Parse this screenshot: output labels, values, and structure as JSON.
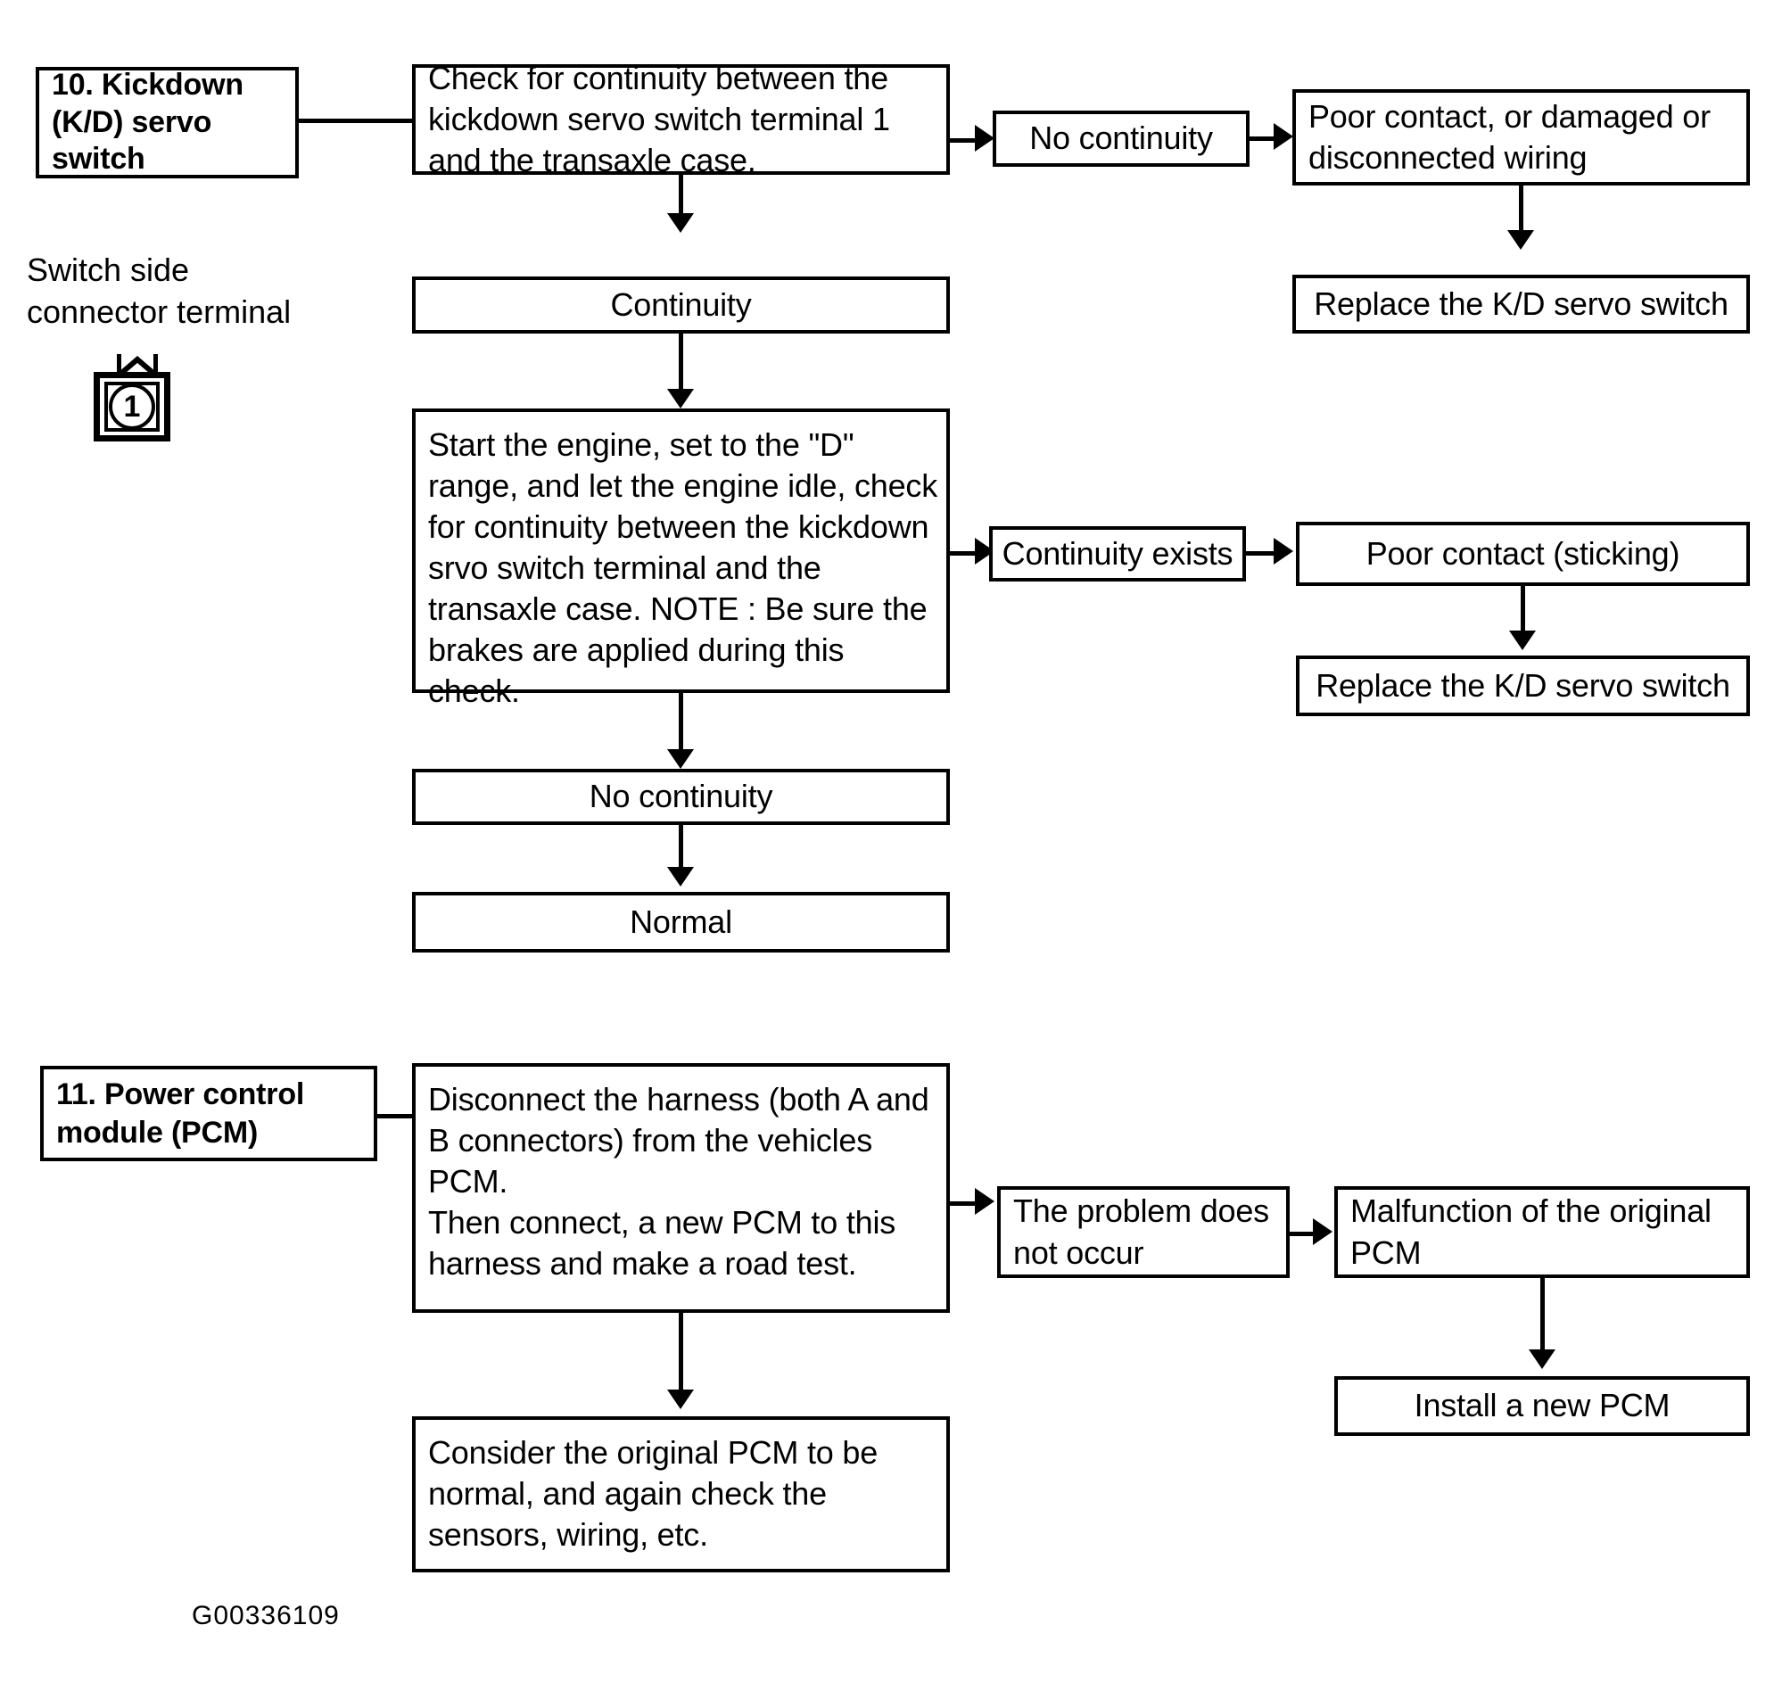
{
  "figure": {
    "id": "G00336109",
    "type": "diagnostic-flowchart"
  },
  "sections": [
    {
      "id": "section-10",
      "heading": "10. Kickdown\n(K/D) servo\nswitch",
      "caption": "Switch side\nconnector terminal",
      "connector_terminal": {
        "label": "1",
        "icon": "connector-terminal-icon"
      },
      "steps": {
        "check1": "Check for continuity between the kickdown servo switch terminal 1 and the transaxle case.",
        "branch1_label": "No continuity",
        "branch1_result": "Poor contact, or damaged or disconnected wiring",
        "branch1_action": "Replace the K/D servo switch",
        "pass1_label": "Continuity",
        "check2": "Start the engine, set to the \"D\" range, and let the engine idle, check for continuity between the kickdown srvo switch terminal and the transaxle case.",
        "check2_note": "NOTE : Be sure the brakes are applied during this check.",
        "branch2_label": "Continuity exists",
        "branch2_result": "Poor contact (sticking)",
        "branch2_action": "Replace the K/D servo switch",
        "pass2_label": "No continuity",
        "final_label": "Normal"
      }
    },
    {
      "id": "section-11",
      "heading": "11. Power control\nmodule (PCM)",
      "steps": {
        "check1": "Disconnect the harness (both A and B connectors) from the vehicles PCM.\nThen connect, a new PCM to this harness and make a road test.",
        "branch1_label": "The problem does not occur",
        "branch1_result": "Malfunction of the original PCM",
        "branch1_action": "Install a new PCM",
        "pass1_label": "Consider the original PCM to be normal, and again check the sensors, wiring, etc."
      }
    }
  ],
  "colors": {
    "ink": "#000000",
    "paper": "#ffffff"
  }
}
